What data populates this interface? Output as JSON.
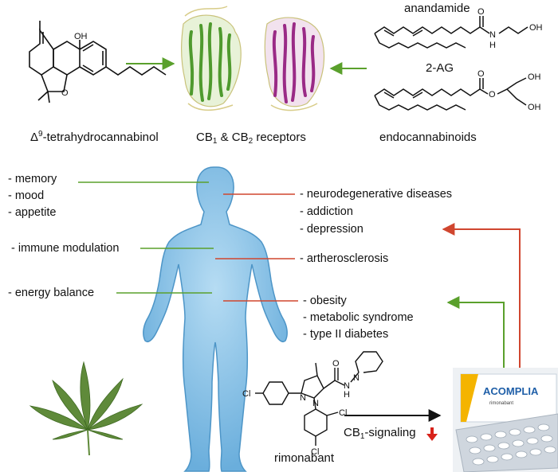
{
  "top": {
    "thc_label_prefix": "Δ",
    "thc_label_sup": "9",
    "thc_label_suffix": "-tetrahydrocannabinol",
    "thc_oh": "OH",
    "thc_o": "O",
    "receptors_label_a": "CB",
    "receptors_label_a_sub": "1",
    "receptors_label_mid": " & CB",
    "receptors_label_b_sub": "2",
    "receptors_label_suffix": " receptors",
    "anandamide_label": "anandamide",
    "ag_label": "2-AG",
    "endocannabinoids_label": "endocannabinoids",
    "anandamide_o": "O",
    "anandamide_n": "N",
    "anandamide_h": "H",
    "anandamide_oh": "OH",
    "ag_o1": "O",
    "ag_o2": "O",
    "ag_oh1": "OH",
    "ag_oh2": "OH"
  },
  "left_effects": {
    "memory": "- memory",
    "mood": "- mood",
    "appetite": "- appetite",
    "immune": "- immune modulation",
    "energy": "- energy balance"
  },
  "right_effects": {
    "neuro": "- neurodegenerative diseases",
    "addiction": "- addiction",
    "depression": "- depression",
    "athero": "- artherosclerosis",
    "obesity": "- obesity",
    "metabolic": "- metabolic syndrome",
    "diabetes": "- type II diabetes"
  },
  "bottom": {
    "rimonabant_label": "rimonabant",
    "signaling_prefix": "CB",
    "signaling_sub": "1",
    "signaling_suffix": "-signaling",
    "cl1": "Cl",
    "cl2": "Cl",
    "cl3": "Cl",
    "rim_o": "O",
    "rim_n1": "N",
    "rim_n2": "N",
    "rim_n3": "N",
    "rim_h": "H",
    "rim_n4": "N",
    "acomplia_brand": "ACOMPLIA",
    "acomplia_sub": "rimonabant"
  },
  "colors": {
    "green_arrow": "#5aa02c",
    "red_line": "#d0462f",
    "body_fill": "#8ec4e6",
    "body_edge": "#4d95c7",
    "receptor1": "#4f9a2e",
    "receptor2": "#9a2a86",
    "leaf": "#5f8a3a",
    "down_arrow": "#d8221a"
  }
}
